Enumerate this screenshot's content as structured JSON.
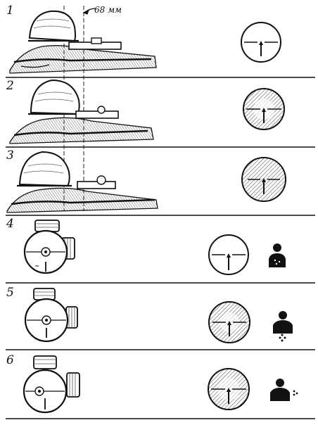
{
  "figure": {
    "dimension_label": "68 мм",
    "panels": [
      {
        "number": "1",
        "view": "shooter-scope-close"
      },
      {
        "number": "2",
        "view": "shooter-scope-medium"
      },
      {
        "number": "3",
        "view": "shooter-scope-far"
      },
      {
        "number": "4",
        "view": "scope-focus-sharp"
      },
      {
        "number": "5",
        "view": "scope-focus-blurred"
      },
      {
        "number": "6",
        "view": "scope-focus-blurred-shifted"
      }
    ]
  }
}
